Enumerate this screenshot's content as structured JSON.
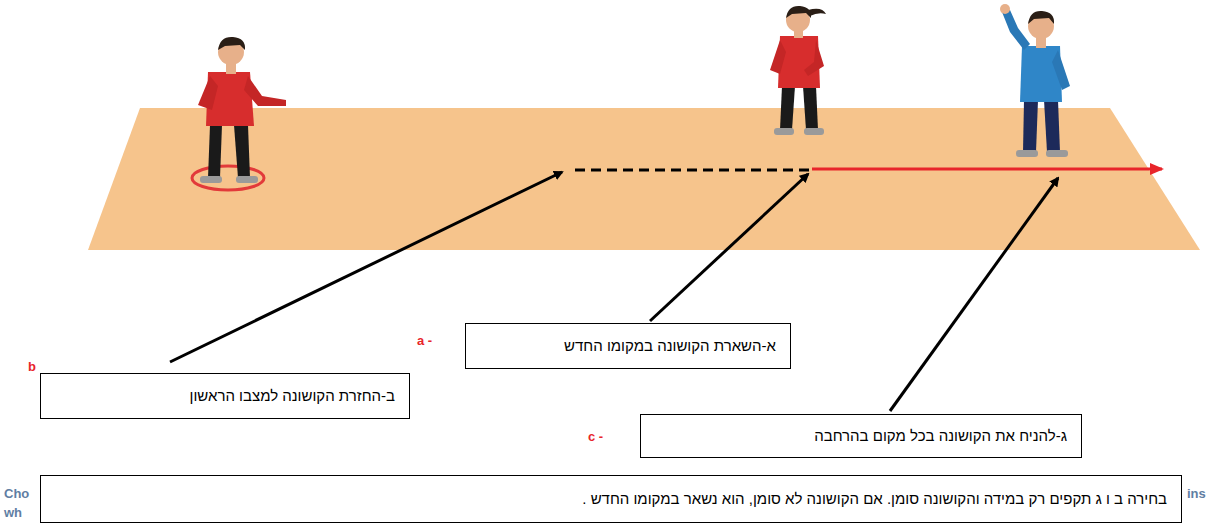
{
  "diagram": {
    "nodes": [
      {
        "text": [
          "א-השארת הקושונה במקומו החדש"
        ]
      },
      {
        "text": [
          "ב-החזרת הקושונה למצבו הראשון"
        ]
      },
      {
        "text": [
          "ג-להניח את הקושונה בכל מקום בהרחבה"
        ]
      },
      {
        "text": [
          "בחירה ב ו ג תקפים רק במידה והקושונה סומן. אם הקושונה לא סומן, הוא נשאר במקומו החדש ."
        ]
      }
    ],
    "labels": [
      "a -",
      "b",
      "c -",
      "Cho",
      "ins",
      "wh"
    ]
  }
}
